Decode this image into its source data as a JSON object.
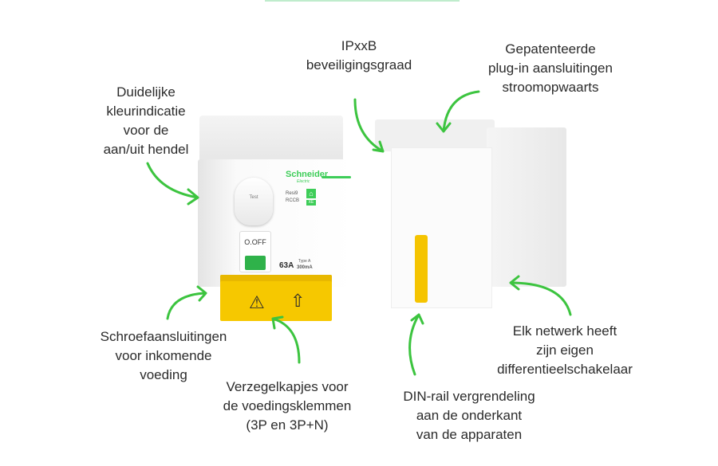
{
  "colors": {
    "accent_green": "#3cc43f",
    "brand_green": "#3dcd58",
    "cover_yellow": "#f6c800"
  },
  "labels": {
    "ipxxb": [
      "IPxxB",
      "beveiligingsgraad"
    ],
    "plugin": [
      "Gepatenteerde",
      "plug-in aansluitingen",
      "stroomopwaarts"
    ],
    "kleur": [
      "Duidelijke",
      "kleurindicatie",
      "voor de",
      "aan/uit hendel"
    ],
    "schroef": [
      "Schroefaansluitingen",
      "voor inkomende",
      "voeding"
    ],
    "verzegel": [
      "Verzegelkapjes voor",
      "de voedingsklemmen",
      "(3P en 3P+N)"
    ],
    "din": [
      "DIN-rail vergrendeling",
      "aan de onderkant",
      "van de apparaten"
    ],
    "netwerk": [
      "Elk netwerk heeft",
      "zijn eigen",
      "differentieelschakelaar"
    ]
  },
  "device": {
    "brand": "Schneider",
    "brand_sub": "Electric",
    "test_label": "Test",
    "product_line": "Resi9",
    "product_type": "RCCB",
    "badge": "XE",
    "switch_label": "O.OFF",
    "rating": "63A",
    "type_label": "Type A",
    "sensitivity": "300mA"
  }
}
